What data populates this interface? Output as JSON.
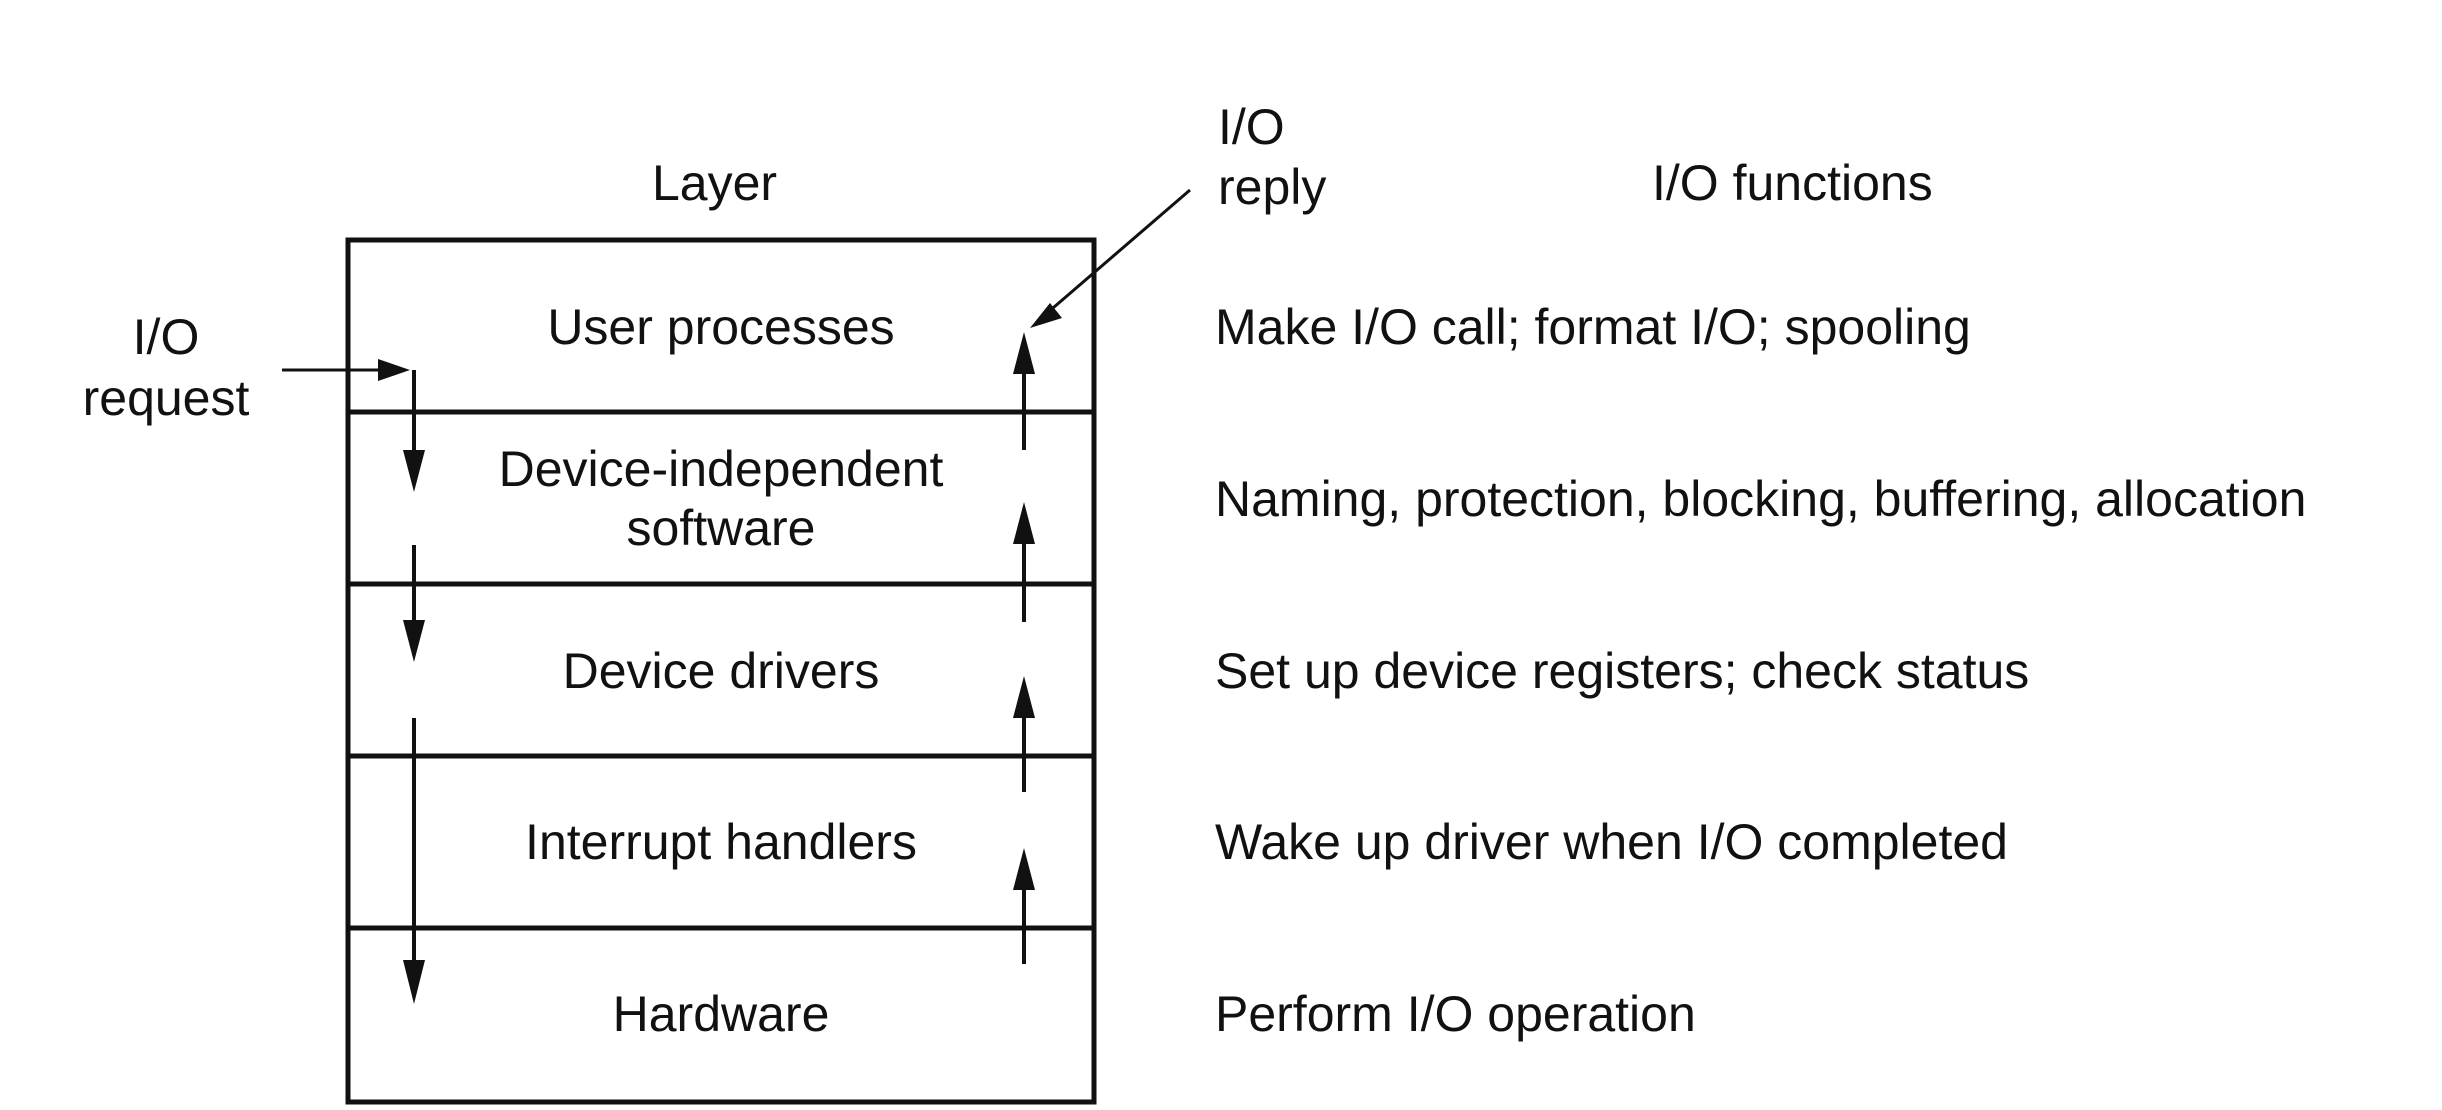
{
  "headers": {
    "layer": "Layer",
    "functions": "I/O functions"
  },
  "request_label": [
    "I/O",
    "request"
  ],
  "reply_label": [
    "I/O",
    "reply"
  ],
  "layers": [
    {
      "name": "User processes",
      "function": "Make I/O call; format I/O; spooling"
    },
    {
      "name": "Device-independent\nsoftware",
      "function": "Naming, protection, blocking, buffering, allocation"
    },
    {
      "name": "Device drivers",
      "function": "Set up device registers; check status"
    },
    {
      "name": "Interrupt handlers",
      "function": "Wake up driver when I/O completed"
    },
    {
      "name": "Hardware",
      "function": "Perform I/O operation"
    }
  ]
}
